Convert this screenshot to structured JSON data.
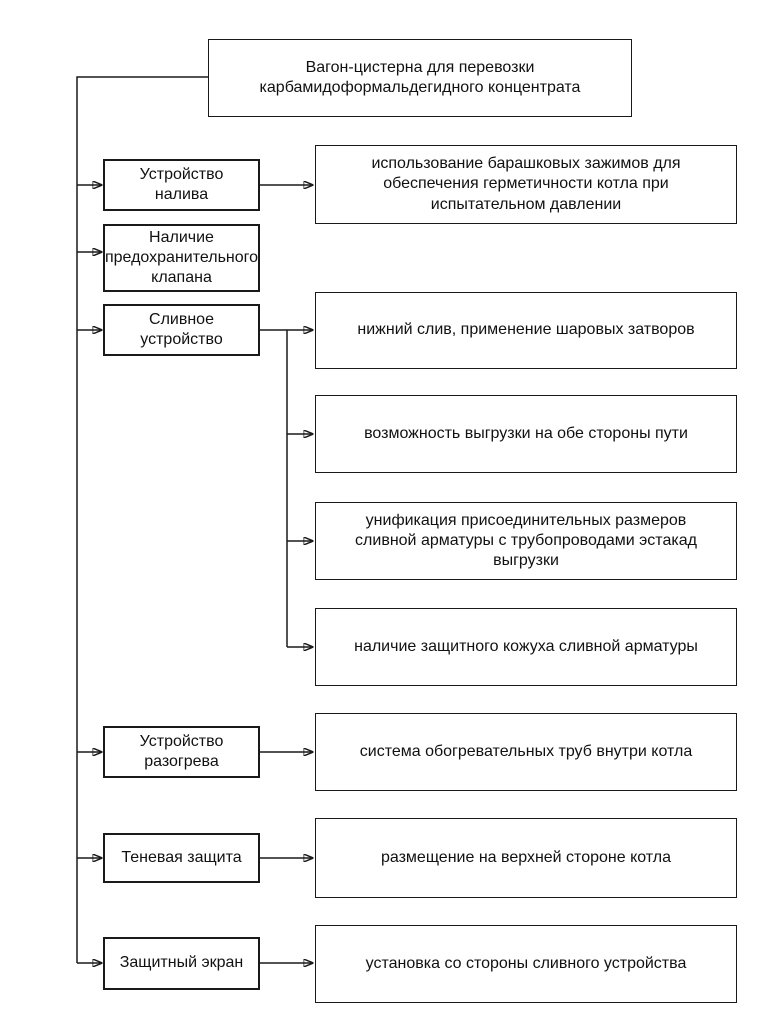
{
  "colors": {
    "line": "#1a1a1a",
    "box_fill": "#ffffff",
    "background": "#ffffff"
  },
  "diagram": {
    "root": "Вагон-цистерна для перевозки\nкарбамидоформальдегидного концентрата",
    "branches": [
      {
        "label": "Устройство\nналива",
        "details": [
          "использование барашковых зажимов для\nобеспечения герметичности котла при\nиспытательном давлении"
        ]
      },
      {
        "label": "Наличие\nпредохранительного\nклапана",
        "details": []
      },
      {
        "label": "Сливное\nустройство",
        "details": [
          "нижний слив, применение шаровых затворов",
          "возможность выгрузки на обе стороны пути",
          "унификация присоединительных размеров\nсливной арматуры с трубопроводами эстакад\nвыгрузки",
          "наличие защитного кожуха сливной арматуры"
        ]
      },
      {
        "label": "Устройство\nразогрева",
        "details": [
          "система обогревательных труб внутри котла"
        ]
      },
      {
        "label": "Теневая защита",
        "details": [
          "размещение на верхней стороне котла"
        ]
      },
      {
        "label": "Защитный экран",
        "details": [
          "установка со стороны сливного устройства"
        ]
      }
    ]
  }
}
